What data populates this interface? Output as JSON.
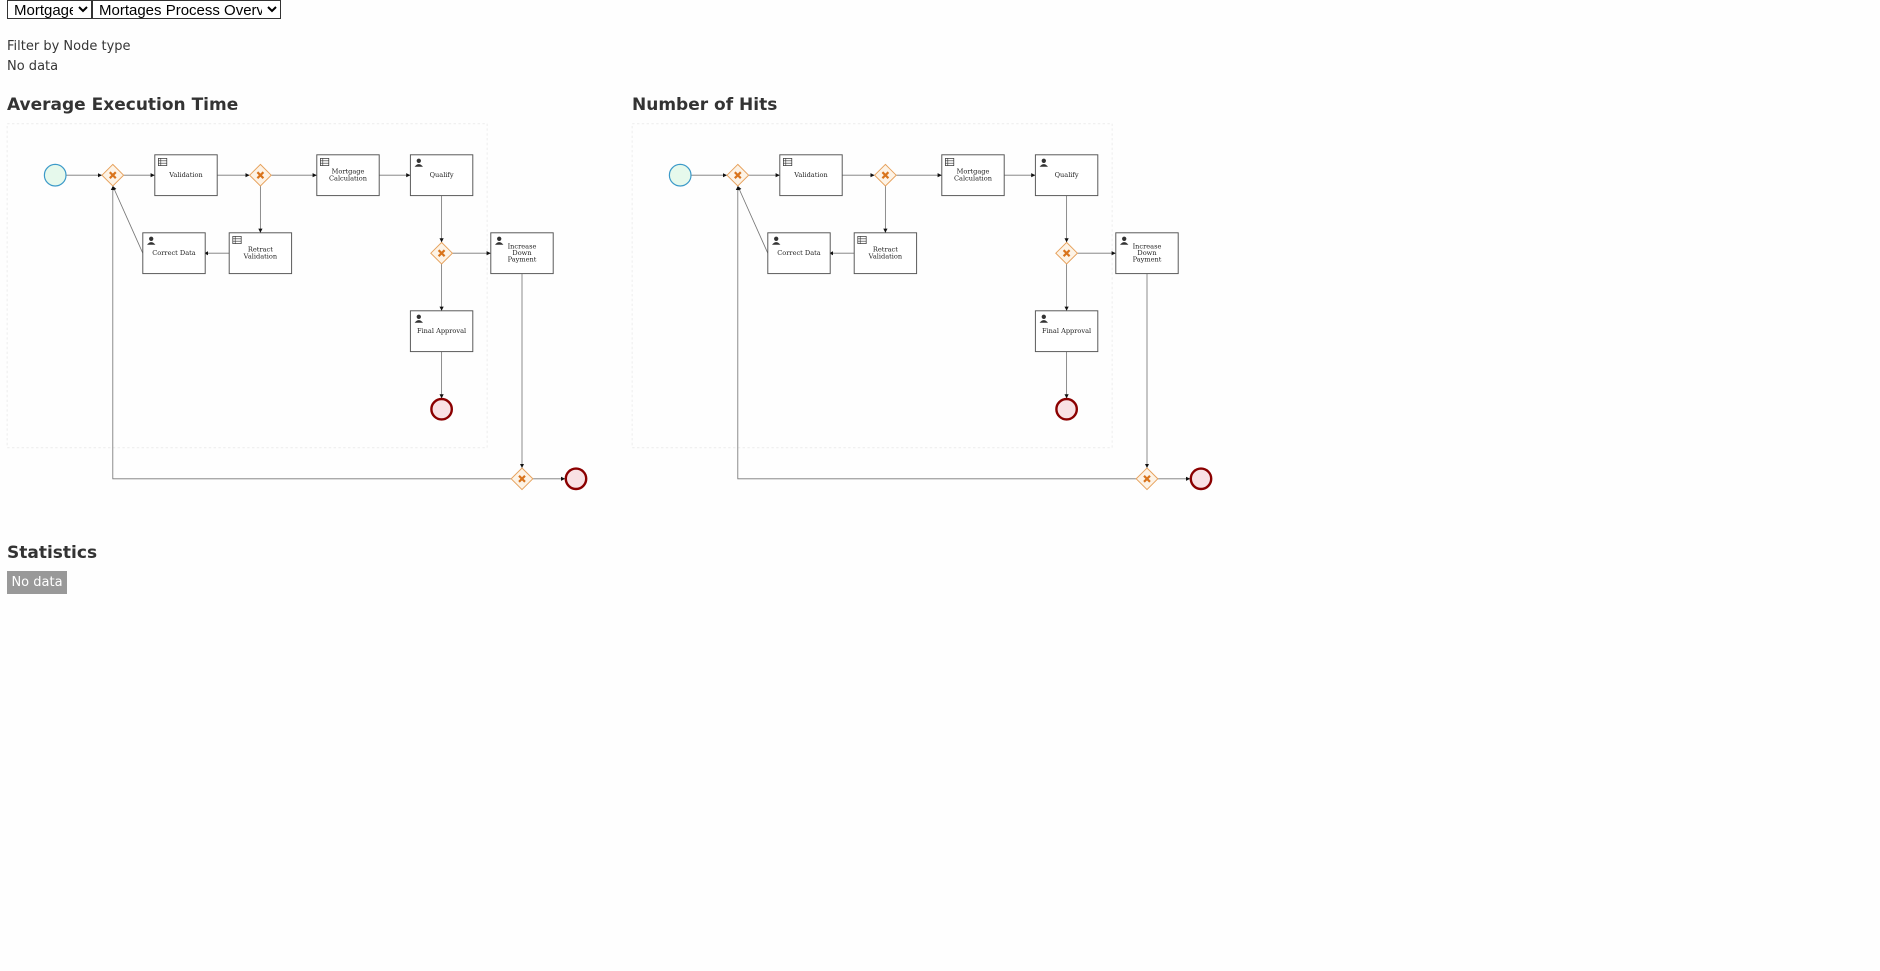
{
  "selectors": {
    "process": "Mortgage",
    "view": "Mortages Process Overview"
  },
  "filter": {
    "label": "Filter by Node type",
    "value": "No data"
  },
  "panels": [
    {
      "title": "Average Execution Time"
    },
    {
      "title": "Number of Hits"
    }
  ],
  "diagram": {
    "nodes": {
      "validation": [
        "Validation"
      ],
      "mortgage_calculation": [
        "Mortgage",
        "Calculation"
      ],
      "qualify": [
        "Qualify"
      ],
      "correct_data": [
        "Correct Data"
      ],
      "retract_validation": [
        "Retract",
        "Validation"
      ],
      "increase_down_payment": [
        "Increase",
        "Down",
        "Payment"
      ],
      "final_approval": [
        "Final Approval"
      ]
    }
  },
  "statistics": {
    "title": "Statistics",
    "value": "No data"
  },
  "colors": {
    "start_fill": "#e6f9ec",
    "start_stroke": "#3c9ac9",
    "end_fill": "#f9e1e4",
    "end_stroke": "#8b0000",
    "gateway_stroke": "#e6a05a",
    "gateway_fill": "#fdf3e6",
    "gateway_mark": "#d9741c"
  }
}
